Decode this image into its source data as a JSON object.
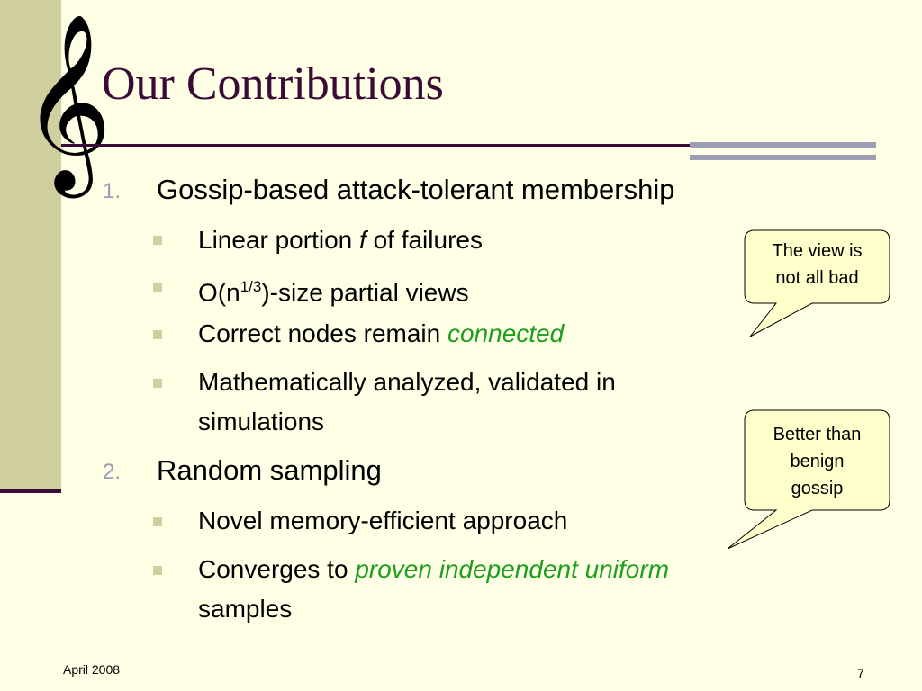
{
  "slide": {
    "clef_symbol": "𝄞",
    "title": "Our Contributions",
    "items": [
      {
        "number": "1.",
        "text": "Gossip-based attack-tolerant membership",
        "subitems": [
          {
            "pre": "Linear portion ",
            "italic": "f",
            "post": " of failures"
          },
          {
            "pre": "O(n",
            "sup": "1/3",
            "post": ")-size partial views"
          },
          {
            "pre": "Correct nodes remain ",
            "highlight": "connected"
          },
          {
            "line1": "Mathematically analyzed, validated in",
            "line2": "simulations"
          }
        ]
      },
      {
        "number": "2.",
        "text": "Random sampling",
        "subitems": [
          {
            "text": "Novel memory-efficient approach"
          },
          {
            "pre": "Converges to ",
            "highlight": "proven independent uniform",
            "line2": "samples"
          }
        ]
      }
    ],
    "callouts": [
      {
        "line1": "The view is",
        "line2": "not all bad"
      },
      {
        "line1": "Better than",
        "line2": "benign",
        "line3": "gossip"
      }
    ],
    "footer": {
      "date": "April 2008",
      "page": "7"
    },
    "colors": {
      "background": "#FFFFE6",
      "sidebar": "#CFCF9F",
      "title": "#3A0B36",
      "accent_green": "#1E9E1E",
      "number_grey": "#9C9CB4",
      "callout_fill": "#FFFFCC"
    }
  }
}
